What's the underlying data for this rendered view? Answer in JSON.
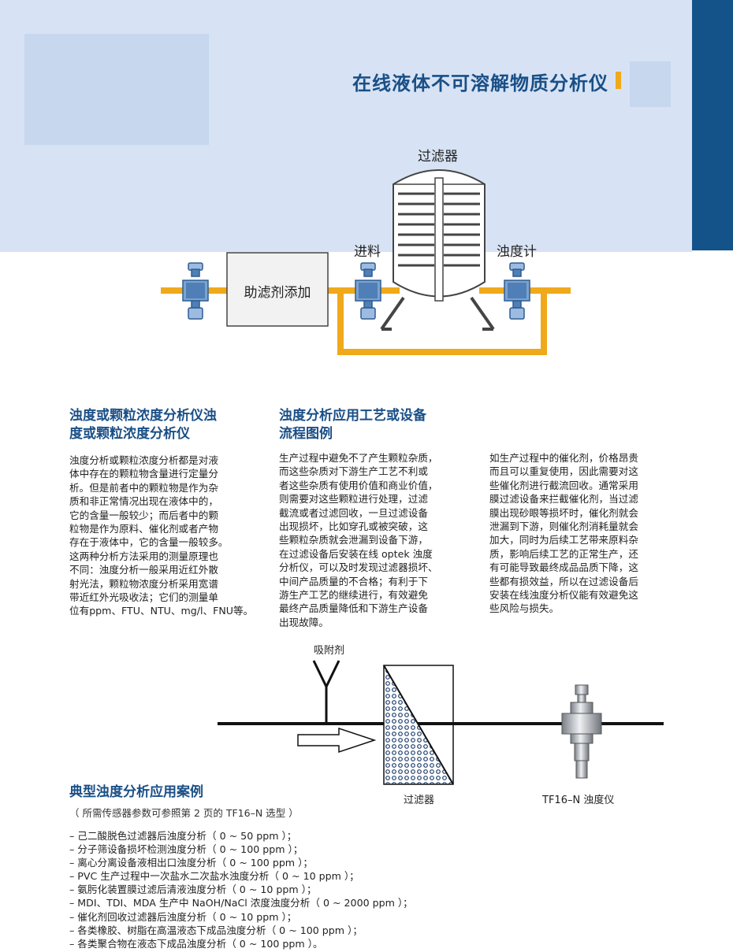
{
  "header": {
    "title": "在线液体不可溶解物质分析仪"
  },
  "diagram1": {
    "filter_label": "过滤器",
    "feed_label": "进料",
    "turbidity_meter_label": "浊度计",
    "filter_aid_box": "助滤剂添加"
  },
  "section1": {
    "heading_lines": [
      "浊度或颗粒浓度分析仪浊",
      "度或颗粒浓度分析仪"
    ],
    "lines": [
      "浊度分析或颗粒浓度分析都是对液",
      "体中存在的颗粒物含量进行定量分",
      "析。但是前者中的颗粒物是作为杂",
      "质和非正常情况出现在液体中的，",
      "它的含量一般较少；而后者中的颗",
      "粒物是作为原料、催化剂或者产物",
      "存在于液体中，它的含量一般较多。",
      "这两种分析方法采用的测量原理也",
      "不同：浊度分析一般采用近红外散",
      "射光法，颗粒物浓度分析采用宽谱",
      "带近红外光吸收法；它们的测量单",
      "位有ppm、FTU、NTU、mg/l、FNU等。"
    ]
  },
  "section2": {
    "heading_lines": [
      "浊度分析应用工艺或设备",
      "流程图例"
    ],
    "col1_lines": [
      "生产过程中避免不了产生颗粒杂质，",
      "而这些杂质对下游生产工艺不利或",
      "者这些杂质有使用价值和商业价值，",
      "则需要对这些颗粒进行处理，过滤",
      "截流或者过滤回收，一旦过滤设备",
      "出现损坏，比如穿孔或被突破，这",
      "些颗粒杂质就会泄漏到设备下游，",
      "在过滤设备后安装在线 optek 浊度",
      "分析仪，可以及时发现过滤器损坏、",
      "中间产品质量的不合格；有利于下",
      "游生产工艺的继续进行，有效避免",
      "最终产品质量降低和下游生产设备",
      "出现故障。"
    ],
    "col2_lines": [
      "如生产过程中的催化剂，价格昂贵",
      "而且可以重复使用，因此需要对这",
      "些催化剂进行截流回收。通常采用",
      "膜过滤设备来拦截催化剂，当过滤",
      "膜出现砂眼等损坏时，催化剂就会",
      "泄漏到下游，则催化剂消耗量就会",
      "加大，同时为后续工艺带来原料杂",
      "质，影响后续工艺的正常生产，还",
      "有可能导致最终成品品质下降，这",
      "些都有损效益，所以在过滤设备后",
      "安装在线浊度分析仪能有效避免这",
      "些风险与损失。"
    ]
  },
  "diagram2": {
    "adsorbent_label": "吸附剂",
    "filter_label": "过滤器",
    "sensor_label": "TF16–N 浊度仪"
  },
  "section3": {
    "heading": "典型浊度分析应用案例",
    "subtitle": "（ 所需传感器参数可参照第 2 页的 TF16–N 选型 ）",
    "items": [
      "– 己二酸脱色过滤器后浊度分析（ 0 ~ 50 ppm ）；",
      "– 分子筛设备损坏检测浊度分析（ 0 ~ 100 ppm ）；",
      "– 离心分离设备液相出口浊度分析（ 0 ~ 100 ppm ）；",
      "– PVC 生产过程中一次盐水二次盐水浊度分析（ 0 ~ 10 ppm ）；",
      "– 氨肟化装置膜过滤后清液浊度分析（ 0 ~ 10 ppm ）；",
      "– MDI、TDI、MDA 生产中 NaOH/NaCl 浓度浊度分析（ 0 ~ 2000 ppm ）；",
      "– 催化剂回收过滤器后浊度分析（ 0 ~ 10 ppm ）；",
      "– 各类橡胶、树脂在高温液态下成品浊度分析（ 0 ~ 100 ppm ）；",
      "– 各类聚合物在液态下成品浊度分析（ 0 ~ 100 ppm ）。"
    ]
  },
  "colors": {
    "brand_blue": "#13538a",
    "light_blue": "#d7e3f4",
    "pipe_yellow": "#f0a91b",
    "sensor_blue": "#4f7fb6"
  }
}
